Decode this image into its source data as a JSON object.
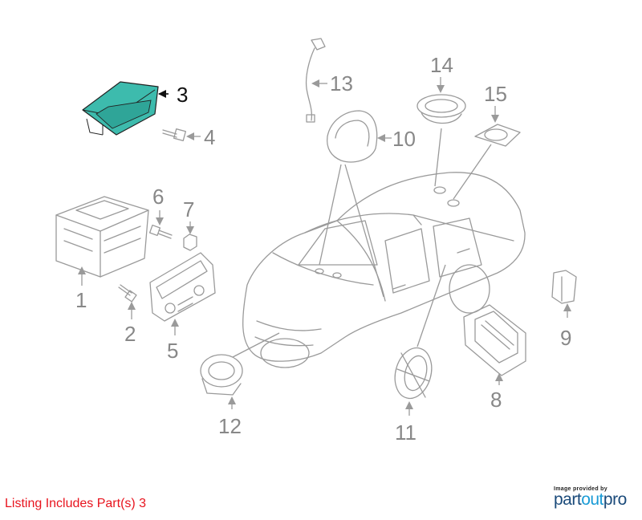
{
  "diagram": {
    "callouts": [
      "1",
      "2",
      "3",
      "4",
      "5",
      "6",
      "7",
      "8",
      "9",
      "10",
      "11",
      "12",
      "13",
      "14",
      "15"
    ],
    "selected_part": "3",
    "highlight_color": "#3dbbad",
    "line_color": "#9a9a9a"
  },
  "footer": {
    "listing_note": "Listing Includes Part(s) 3",
    "listing_color": "#e8141e",
    "credit_small": "Image provided by",
    "credit_brand_a": "part",
    "credit_brand_b": "out",
    "credit_brand_c": "pro"
  }
}
